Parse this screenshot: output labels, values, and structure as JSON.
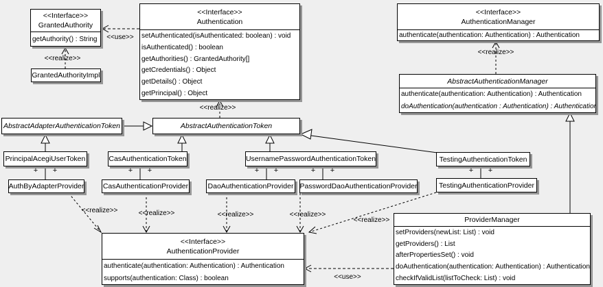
{
  "labels": {
    "realize": "<<realize>>",
    "use": "<<use>>",
    "plus": "+"
  },
  "classes": {
    "granted_authority": {
      "stereotype": "<<Interface>>",
      "name": "GrantedAuthority",
      "methods": [
        "getAuthority() : String"
      ]
    },
    "granted_authority_impl": {
      "name": "GrantedAuthorityImpl"
    },
    "authentication": {
      "stereotype": "<<Interface>>",
      "name": "Authentication",
      "methods": [
        "setAuthenticated(isAuthenticated: boolean) : void",
        "isAuthenticated() : boolean",
        "getAuthorities() : GrantedAuthority[]",
        "getCredentials() : Object",
        "getDetails() : Object",
        "getPrincipal() : Object"
      ]
    },
    "authentication_manager": {
      "stereotype": "<<Interface>>",
      "name": "AuthenticationManager",
      "methods": [
        "authenticate(authentication: Authentication) : Authentication"
      ]
    },
    "abstract_authentication_manager": {
      "name": "AbstractAuthenticationManager",
      "methods": [
        "authenticate(authentication: Authentication) : Authentication",
        "doAuthentication(authentication : Authentication) : Authentication"
      ]
    },
    "abstract_adapter_authentication_token": {
      "name": "AbstractAdapterAuthenticationToken"
    },
    "abstract_authentication_token": {
      "name": "AbstractAuthenticationToken"
    },
    "principal_acegi_user_token": {
      "name": "PrincipalAcegiUserToken"
    },
    "cas_authentication_token": {
      "name": "CasAuthenticationToken"
    },
    "username_password_authentication_token": {
      "name": "UsernamePasswordAuthenticationToken"
    },
    "testing_authentication_token": {
      "name": "TestingAuthenticationToken"
    },
    "auth_by_adapter_provider": {
      "name": "AuthByAdapterProvider"
    },
    "cas_authentication_provider": {
      "name": "CasAuthenticationProvider"
    },
    "dao_authentication_provider": {
      "name": "DaoAuthenticationProvider"
    },
    "password_dao_authentication_provider": {
      "name": "PasswordDaoAuthenticationProvider"
    },
    "testing_authentication_provider": {
      "name": "TestingAuthenticationProvider"
    },
    "authentication_provider": {
      "stereotype": "<<Interface>>",
      "name": "AuthenticationProvider",
      "methods": [
        "authenticate(authentication: Authentication) : Authentication",
        "supports(authentication: Class) : boolean"
      ]
    },
    "provider_manager": {
      "name": "ProviderManager",
      "methods": [
        "setProviders(newList: List) : void",
        "getProviders() : List",
        "afterPropertiesSet() : void",
        "doAuthentication(authentication: Authentication) : Authentication",
        "checkIfValidList(listToCheck: List) : void"
      ]
    }
  }
}
